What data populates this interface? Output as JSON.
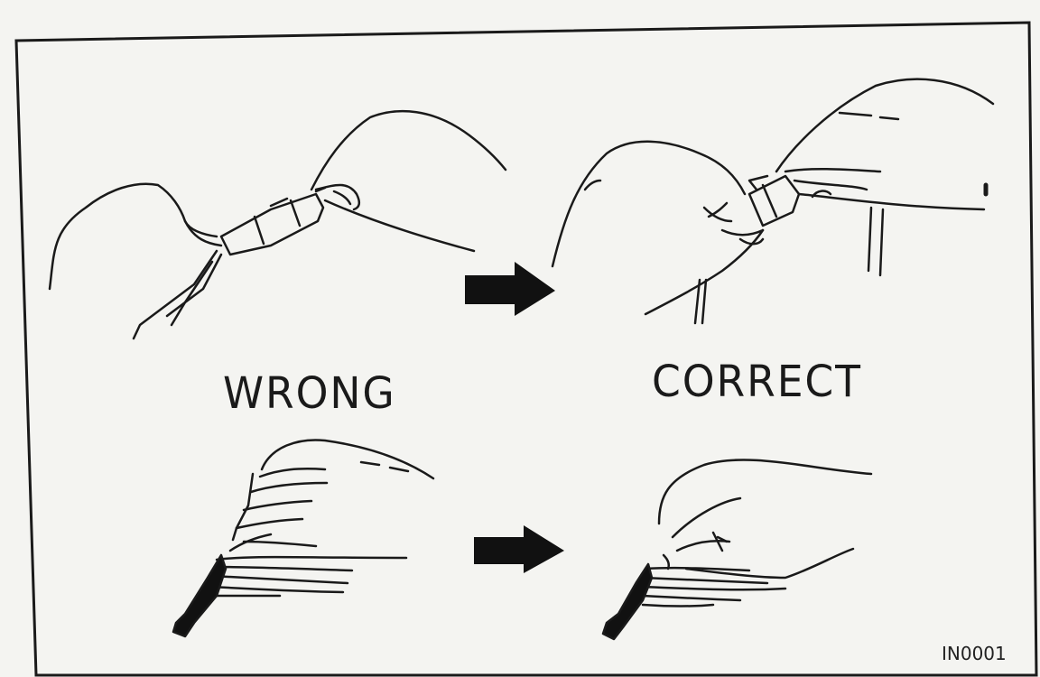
{
  "labels": {
    "wrong": "WRONG",
    "correct": "CORRECT"
  },
  "figure_code": "IN0001",
  "colors": {
    "paper": "#f4f4f1",
    "ink": "#1a1a1a"
  },
  "icons": [
    "arrow-right-icon",
    "arrow-right-icon"
  ]
}
